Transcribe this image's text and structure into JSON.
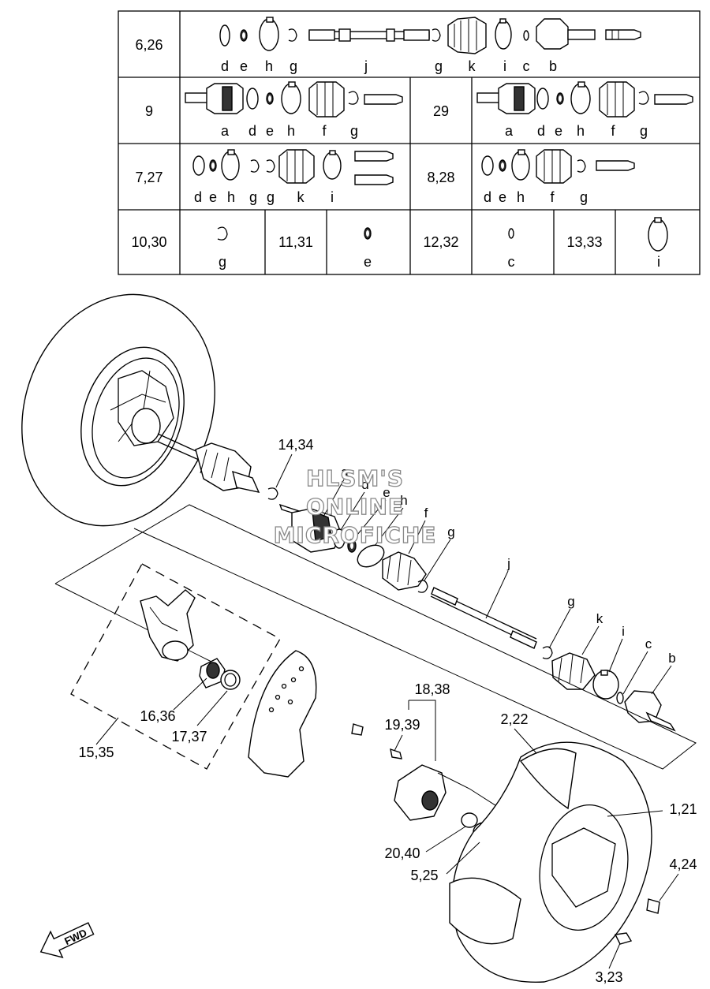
{
  "table": {
    "rows": [
      {
        "cells": [
          {
            "ref": "6,26",
            "letters": [
              "d",
              "e",
              "h",
              "g",
              "j",
              "g",
              "k",
              "i",
              "c",
              "b"
            ]
          }
        ]
      },
      {
        "cells": [
          {
            "ref": "9",
            "letters": [
              "a",
              "d",
              "e",
              "h",
              "f",
              "g"
            ]
          },
          {
            "ref": "29",
            "letters": [
              "a",
              "d",
              "e",
              "h",
              "f",
              "g"
            ]
          }
        ]
      },
      {
        "cells": [
          {
            "ref": "7,27",
            "letters": [
              "d",
              "e",
              "h",
              "g",
              "g",
              "k",
              "i"
            ]
          },
          {
            "ref": "8,28",
            "letters": [
              "d",
              "e",
              "h",
              "f",
              "g"
            ]
          }
        ]
      },
      {
        "cells": [
          {
            "ref": "10,30",
            "letters": [
              "g"
            ]
          },
          {
            "ref": "11,31",
            "letters": [
              "e"
            ]
          },
          {
            "ref": "12,32",
            "letters": [
              "c"
            ]
          },
          {
            "ref": "13,33",
            "letters": [
              "i"
            ]
          }
        ]
      }
    ]
  },
  "callouts": {
    "c14_34": "14,34",
    "a": "a",
    "d": "d",
    "e": "e",
    "h": "h",
    "f": "f",
    "g1": "g",
    "j": "j",
    "g2": "g",
    "k": "k",
    "i": "i",
    "c": "c",
    "b": "b",
    "c16_36": "16,36",
    "c17_37": "17,37",
    "c15_35": "15,35",
    "c18_38": "18,38",
    "c19_39": "19,39",
    "c2_22": "2,22",
    "c1_21": "1,21",
    "c20_40": "20,40",
    "c5_25": "5,25",
    "c4_24": "4,24",
    "c3_23": "3,23"
  },
  "watermark": [
    "HLSM'S",
    "ONLINE",
    "MICROFICHE"
  ],
  "fwd_label": "FWD"
}
